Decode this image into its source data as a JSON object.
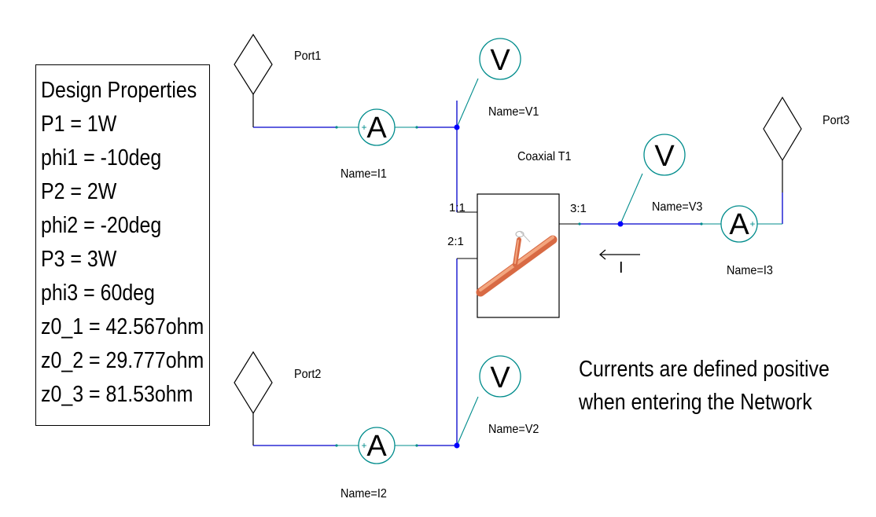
{
  "design_properties": {
    "title": "Design Properties",
    "lines": [
      "P1 = 1W",
      "phi1 = -10deg",
      "P2 = 2W",
      "phi2 = -20deg",
      "P3 = 3W",
      "phi3 = 60deg",
      "z0_1 = 42.567ohm",
      "z0_2 = 29.777ohm",
      "z0_3 = 81.53ohm"
    ]
  },
  "ports": {
    "port1": "Port1",
    "port2": "Port2",
    "port3": "Port3"
  },
  "ammeters": {
    "symbol": "A",
    "i1": "Name=I1",
    "i2": "Name=I2",
    "i3": "Name=I3"
  },
  "voltmeters": {
    "symbol": "V",
    "v1": "Name=V1",
    "v2": "Name=V2",
    "v3": "Name=V3"
  },
  "component": {
    "name": "Coaxial T1",
    "pin1": "1:1",
    "pin2": "2:1",
    "pin3": "3:1"
  },
  "current_label": "I",
  "note": [
    "Currents are defined positive",
    "when entering the Network"
  ],
  "colors": {
    "wire": "#0000cc",
    "meter": "#008c8c",
    "node": "#0000ff",
    "coax": "#e8845a"
  }
}
